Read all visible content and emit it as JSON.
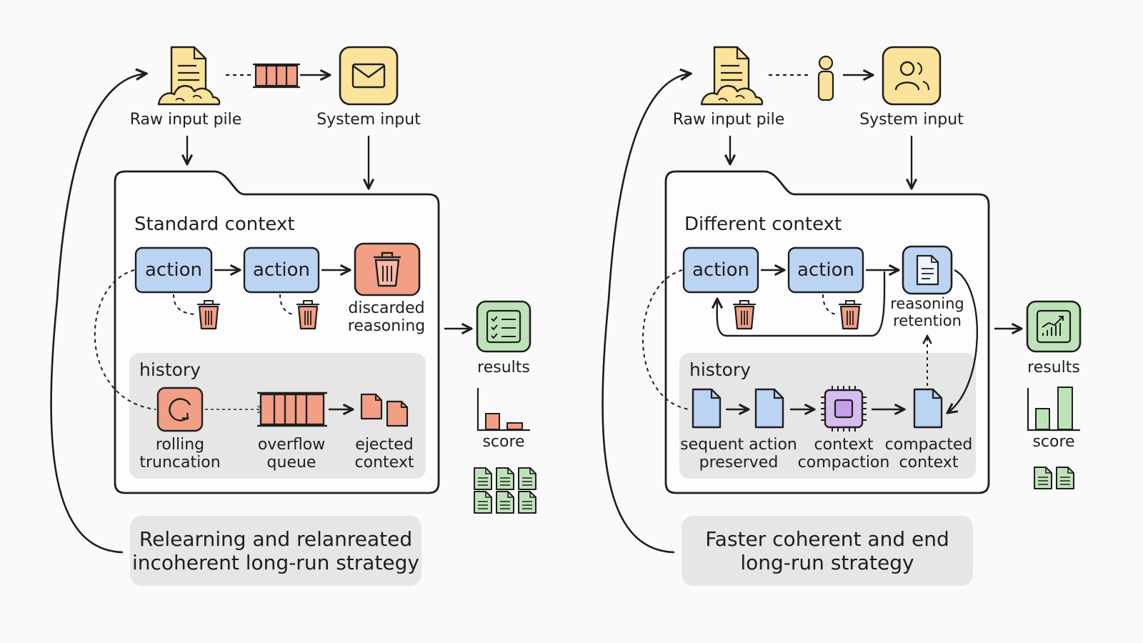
{
  "left": {
    "raw_input_label": "Raw input pile",
    "system_input_label": "System input",
    "context_title": "Standard context",
    "action1_label": "action",
    "action2_label": "action",
    "discarded_label_line1": "discarded",
    "discarded_label_line2": "reasoning",
    "history_title": "history",
    "rolling_line1": "rolling",
    "rolling_line2": "truncation",
    "overflow_line1": "overflow",
    "overflow_line2": "queue",
    "ejected_line1": "ejected",
    "ejected_line2": "context",
    "results_label": "results",
    "score_label": "score",
    "strategy_line1": "Relearning and relanreated",
    "strategy_line2": "incoherent long-run strategy"
  },
  "right": {
    "raw_input_label": "Raw input pile",
    "system_input_label": "System input",
    "context_title": "Different context",
    "action1_label": "action",
    "action2_label": "action",
    "retention_line1": "reasoning",
    "retention_line2": "retention",
    "history_title": "history",
    "sequent_line1": "sequent action",
    "sequent_line2": "preserved",
    "compaction_line1": "context",
    "compaction_line2": "compaction",
    "compacted_line1": "compacted",
    "compacted_line2": "context",
    "results_label": "results",
    "score_label": "score",
    "strategy_line1": "Faster coherent and end",
    "strategy_line2": "long-run strategy"
  },
  "icons": {
    "document": "document-icon",
    "envelope": "envelope-icon",
    "users": "users-icon",
    "person": "person-icon",
    "trash": "trash-icon",
    "checklist": "checklist-icon",
    "chart": "chart-icon",
    "cycle": "cycle-icon",
    "queue": "queue-icon",
    "chip": "chip-icon"
  },
  "colors": {
    "blue": "#bcd4f3",
    "red": "#f29f86",
    "yellow": "#fbe39c",
    "green": "#bfe3b9",
    "purple": "#d5bdf0",
    "gray": "#e6e6e6"
  }
}
